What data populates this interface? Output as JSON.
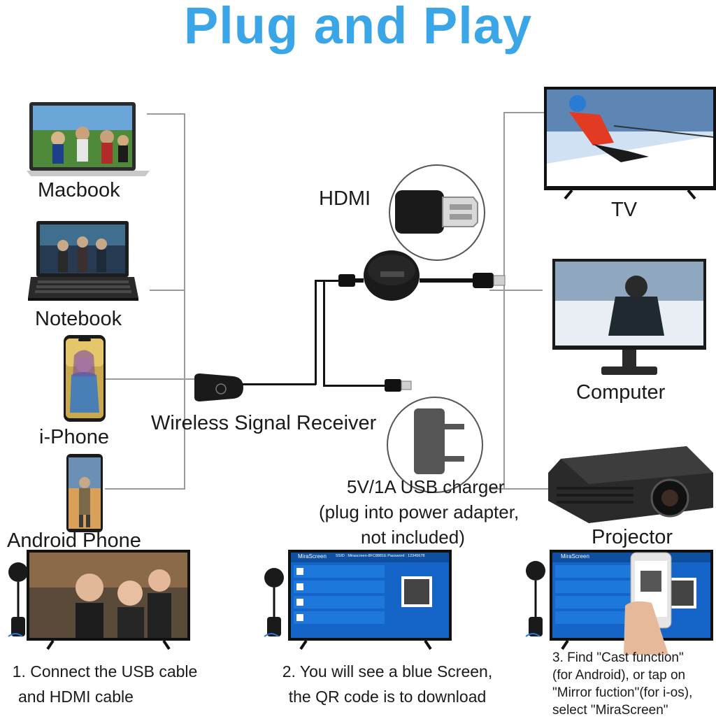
{
  "title": "Plug and Play",
  "sources": [
    {
      "id": "macbook",
      "label": "Macbook"
    },
    {
      "id": "notebook",
      "label": "Notebook"
    },
    {
      "id": "iphone",
      "label": "i-Phone"
    },
    {
      "id": "android",
      "label": "Android Phone"
    }
  ],
  "displays": [
    {
      "id": "tv",
      "label": "TV"
    },
    {
      "id": "computer",
      "label": "Computer"
    },
    {
      "id": "projector",
      "label": "Projector"
    }
  ],
  "center": {
    "hdmi_label": "HDMI",
    "receiver_label": "Wireless Signal Receiver",
    "charger_line1": "5V/1A USB charger",
    "charger_line2": "(plug into power adapter,",
    "charger_line3": "not included)"
  },
  "screen": {
    "app_name": "MiraScreen",
    "ssid_text": "SSID : Mirascreen-8FC8881E   Password : 12345678"
  },
  "steps": [
    {
      "lines": [
        "1. Connect the USB cable",
        "and HDMI cable"
      ]
    },
    {
      "lines": [
        "2. You will see a blue Screen,",
        "the QR code is to download"
      ]
    },
    {
      "lines": [
        "3. Find \"Cast function\"",
        "(for Android), or tap on",
        "\"Mirror fuction\"(for i-os),",
        "select \"MiraScreen\""
      ]
    }
  ],
  "colors": {
    "title": "#3aa6e8",
    "screen_blue": "#1565c8",
    "wire": "#9a9a9a"
  }
}
